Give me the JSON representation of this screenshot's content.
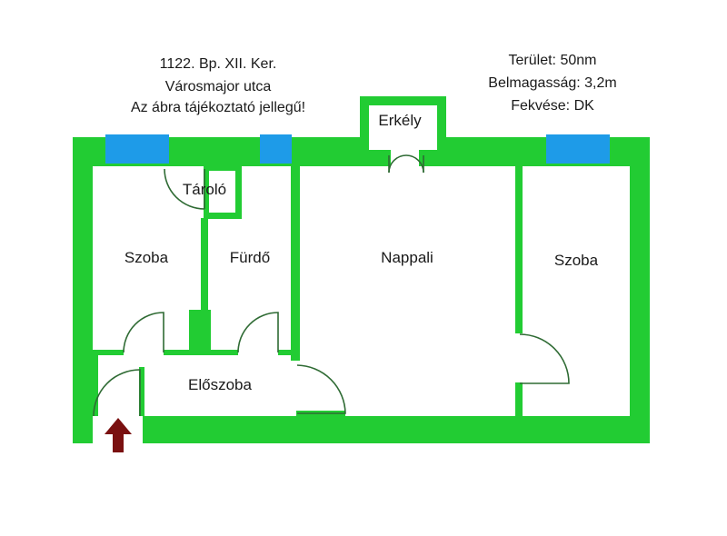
{
  "address": {
    "line1": "1122. Bp. XII. Ker.",
    "line2": "Városmajor utca",
    "line3": "Az ábra tájékoztató jellegű!"
  },
  "details": {
    "area": "Terület: 50nm",
    "ceiling": "Belmagasság: 3,2m",
    "orientation": "Fekvése: DK"
  },
  "rooms": {
    "balcony": "Erkély",
    "storage": "Tároló",
    "room_left": "Szoba",
    "bathroom": "Fürdő",
    "living": "Nappali",
    "room_right": "Szoba",
    "hall": "Előszoba"
  },
  "colors": {
    "wall": "#22cc33",
    "window": "#1e9be8",
    "door_arc": "#2f6b34",
    "entrance_arrow": "#7a1010",
    "text": "#1a1a1a"
  },
  "icons": {
    "entrance": "up-arrow-icon"
  }
}
